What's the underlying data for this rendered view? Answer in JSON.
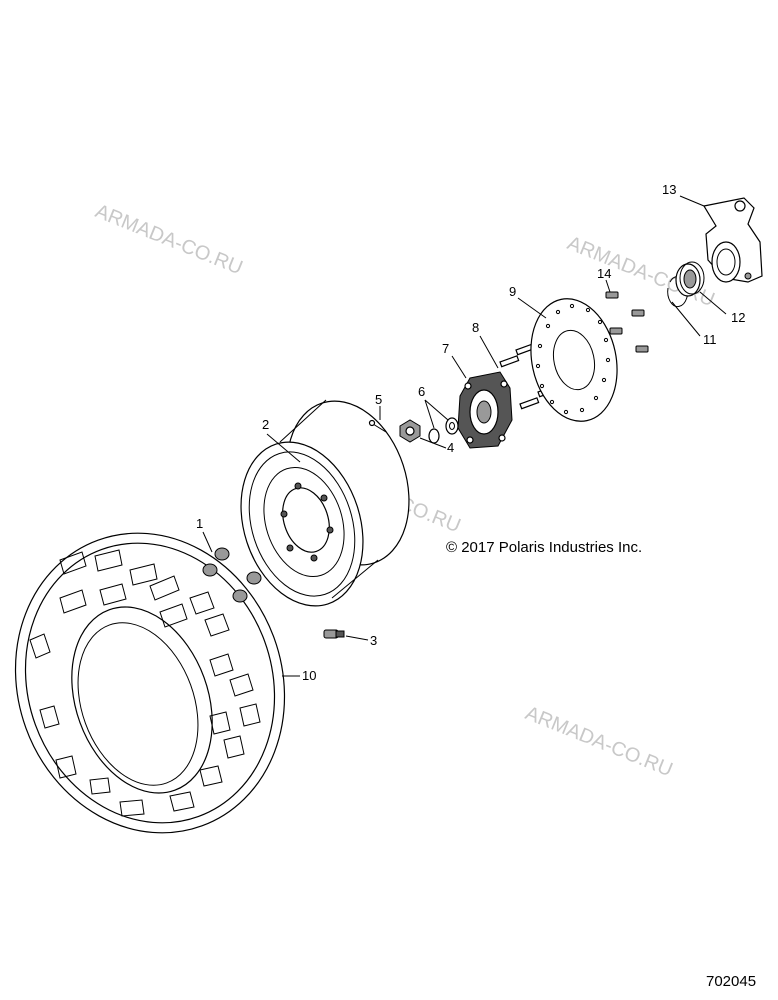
{
  "callouts": [
    "1",
    "2",
    "3",
    "4",
    "5",
    "6",
    "7",
    "8",
    "9",
    "10",
    "11",
    "12",
    "13",
    "14"
  ],
  "copyright": "© 2017 Polaris Industries Inc.",
  "figure_number": "702045",
  "watermark": "ARMADA-CO.RU"
}
